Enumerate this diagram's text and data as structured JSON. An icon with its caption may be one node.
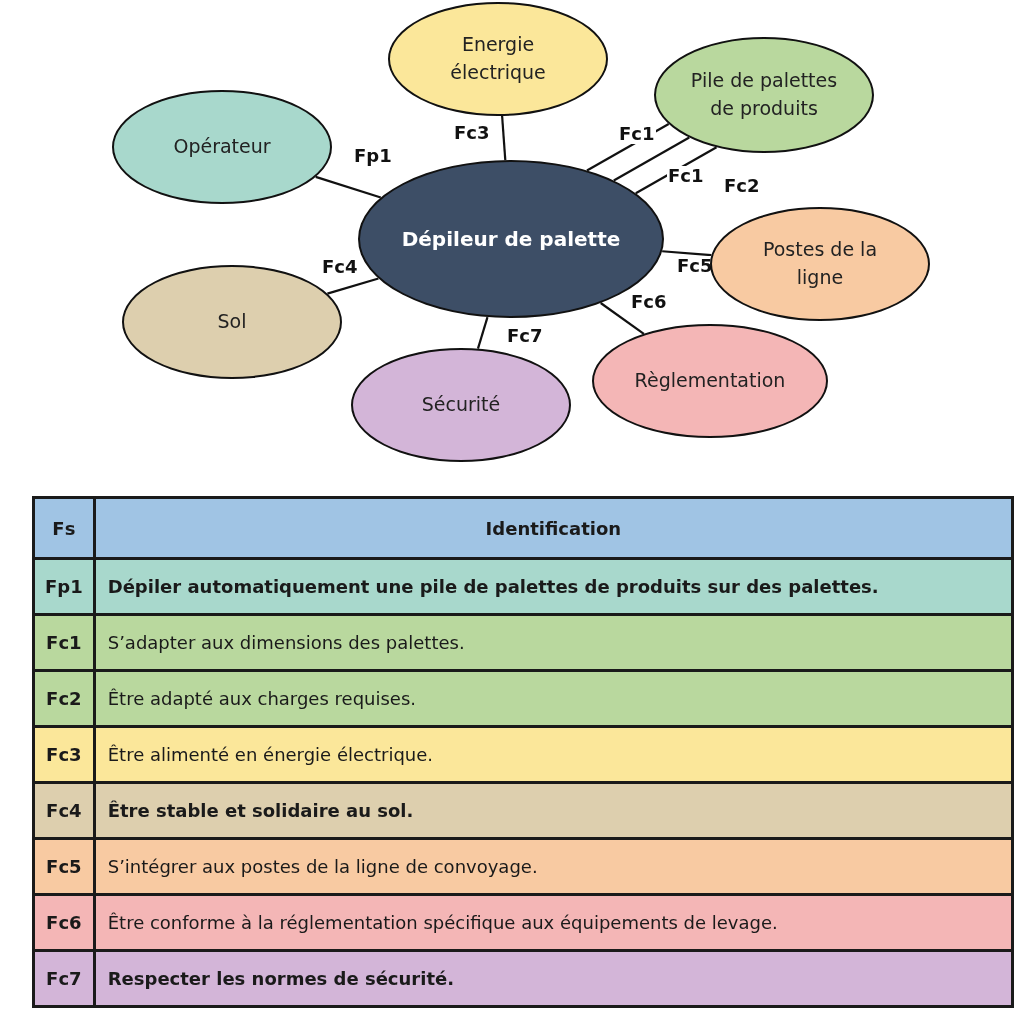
{
  "diagram": {
    "nodes": [
      {
        "text": [
          "Energie électrique"
        ]
      },
      {
        "text": [
          "Pile de palettes de produits"
        ]
      },
      {
        "text": [
          "Opérateur"
        ]
      },
      {
        "text": [
          "Dépileur de palette"
        ]
      },
      {
        "text": [
          "Postes de la ligne"
        ]
      },
      {
        "text": [
          "Sol"
        ]
      },
      {
        "text": [
          "Règlementation"
        ]
      },
      {
        "text": [
          "Sécurité"
        ]
      }
    ],
    "edges": [
      {
        "from": 3,
        "to": 2,
        "arrow": "none",
        "label": "Fp1"
      },
      {
        "from": 3,
        "to": 1,
        "arrow": "none",
        "label": "Fc1"
      },
      {
        "from": 3,
        "to": 1,
        "arrow": "none",
        "label": "Fc1"
      },
      {
        "from": 3,
        "to": 1,
        "arrow": "none",
        "label": "Fc2"
      },
      {
        "from": 3,
        "to": 0,
        "arrow": "none",
        "label": "Fc3"
      },
      {
        "from": 3,
        "to": 5,
        "arrow": "none",
        "label": "Fc4"
      },
      {
        "from": 3,
        "to": 4,
        "arrow": "none",
        "label": "Fc5"
      },
      {
        "from": 3,
        "to": 6,
        "arrow": "none",
        "label": "Fc6"
      },
      {
        "from": 3,
        "to": 7,
        "arrow": "none",
        "label": "Fc7"
      }
    ],
    "labels": [
      "Fs",
      "Identification",
      "Fp1",
      "Dépiler automatiquement une pile de palettes de produits sur des palettes.",
      "Fc1",
      "S’adapter aux dimensions des palettes.",
      "Fc2",
      "Être adapté aux charges requises.",
      "Fc3",
      "Être alimenté en énergie électrique.",
      "Fc4",
      "Être stable et solidaire au sol.",
      "Fc5",
      "S’intégrer aux postes de la ligne de convoyage.",
      "Fc6",
      "Être conforme à la réglementation spécifique aux équipements de levage.",
      "Fc7",
      "Respecter les normes de sécurité."
    ]
  }
}
